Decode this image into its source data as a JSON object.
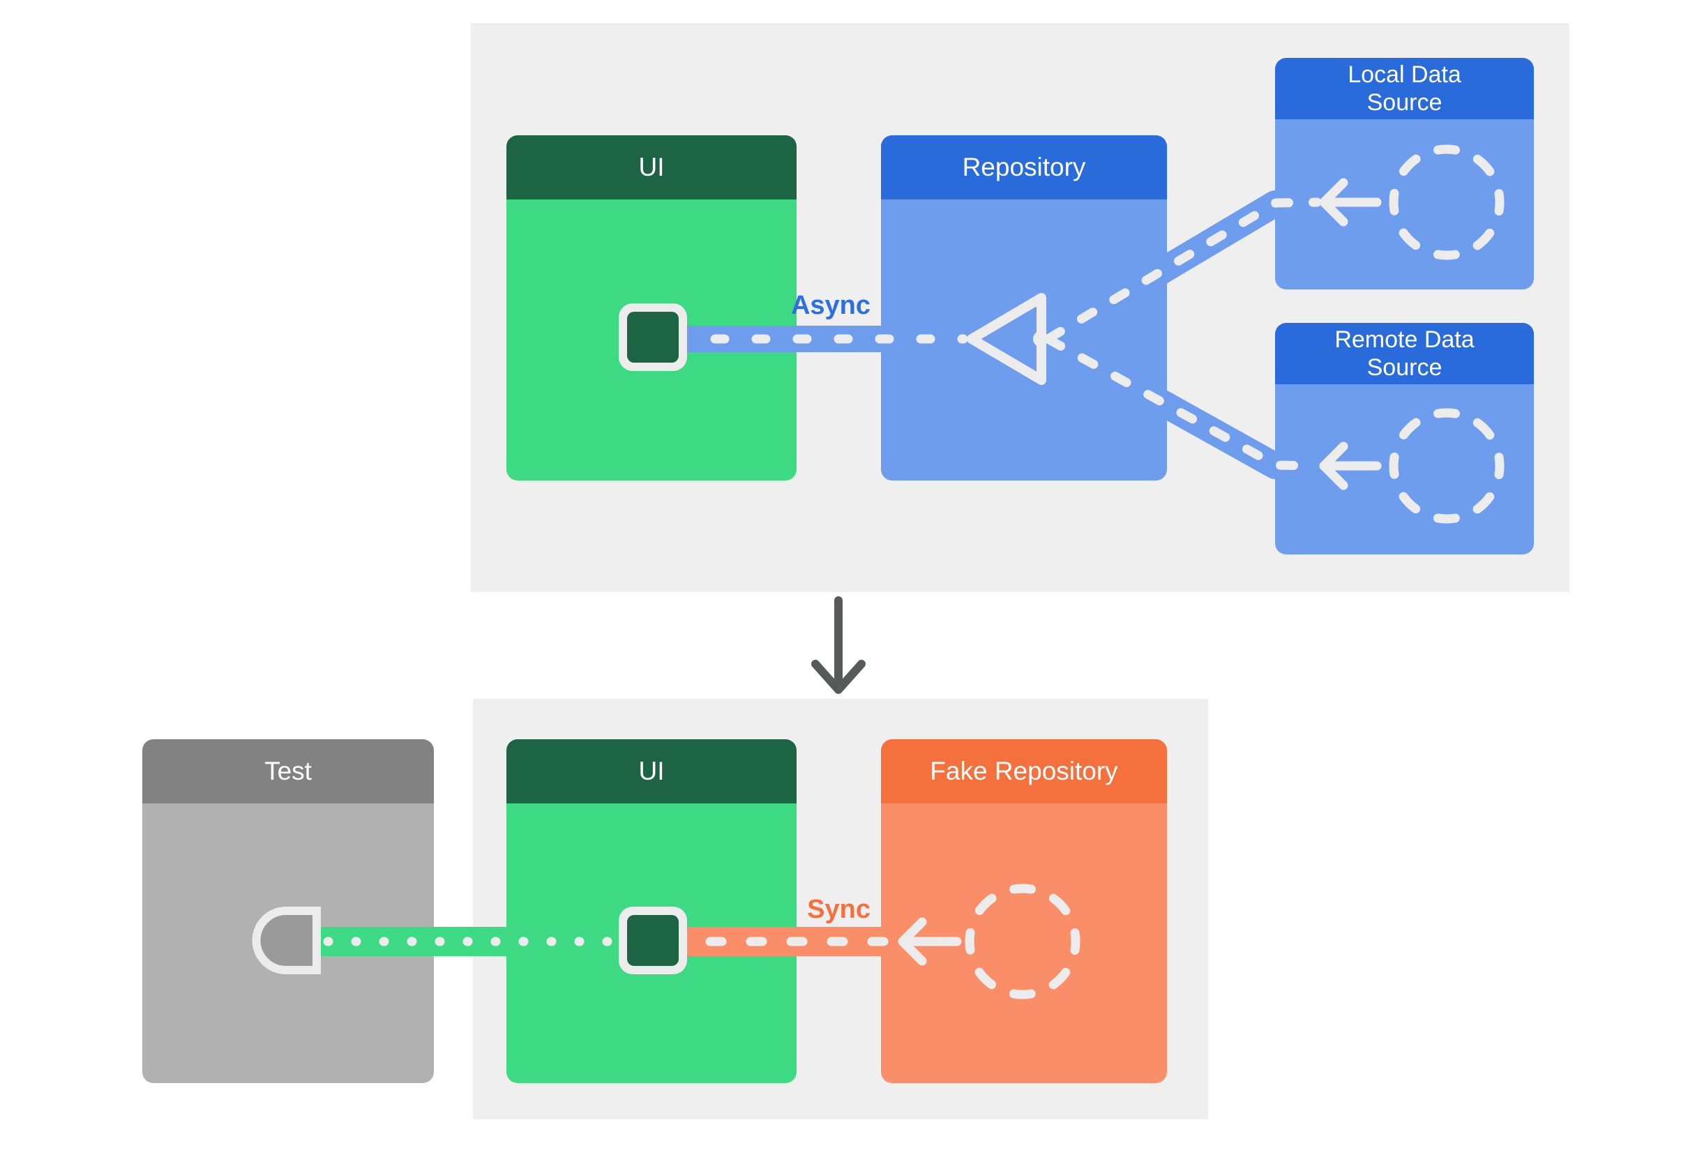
{
  "colors": {
    "page_bg": "#ffffff",
    "panel_bg": "#efefef",
    "green_header": "#1d6444",
    "green_body": "#3eda83",
    "blue_header": "#2a6bdb",
    "blue_body": "#6f9ded",
    "orange_header": "#f4713e",
    "orange_body": "#f98e69",
    "gray_header": "#828282",
    "gray_body": "#b1b1b1",
    "port_gray_fill": "#9a9a9a",
    "connector_white": "#ececec",
    "header_text": "#ffffff",
    "async_label_text": "#2b6fe1",
    "sync_label_text": "#f4713e",
    "flow_arrow_gray": "#58595b"
  },
  "top_diagram": {
    "ui_box": {
      "label": "UI"
    },
    "repository_box": {
      "label": "Repository"
    },
    "local_data_source_box": {
      "label": "Local Data Source"
    },
    "remote_data_source_box": {
      "label": "Remote Data Source"
    },
    "connection_label": "Async"
  },
  "bottom_diagram": {
    "test_box": {
      "label": "Test"
    },
    "ui_box": {
      "label": "UI"
    },
    "fake_repository_box": {
      "label": "Fake Repository"
    },
    "connection_label": "Sync"
  }
}
